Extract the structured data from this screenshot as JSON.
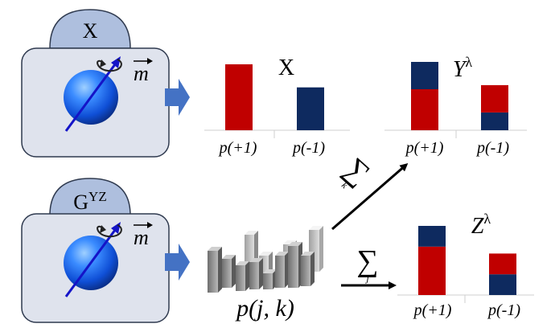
{
  "colors": {
    "device_fill": "#dfe3ed",
    "device_stroke": "#2f3a4f",
    "cap_fill": "#aebfde",
    "arrow_fill": "#4472c4",
    "red": "#c00000",
    "navy": "#0e2a5f",
    "sphere": "#1a63e6",
    "axis_line": "#cfcfcf"
  },
  "devices": [
    {
      "label": "X",
      "moment": "m"
    },
    {
      "label": "G",
      "label_sup": "YZ",
      "moment": "m"
    }
  ],
  "joint_distribution": {
    "label": "p(j, k)"
  },
  "marginal_sums": {
    "over_k": {
      "symbol": "∑",
      "index": "k"
    },
    "over_j": {
      "symbol": "∑",
      "index": "j"
    }
  },
  "chart_data": [
    {
      "type": "bar",
      "title": "X",
      "categories": [
        "p(+1)",
        "p(-1)"
      ],
      "series": [
        {
          "values": [
            1.0,
            0.0
          ],
          "color": "#c00000"
        },
        {
          "values": [
            0.0,
            0.65
          ],
          "color": "#0e2a5f"
        }
      ],
      "stacked": true,
      "grid": false
    },
    {
      "type": "bar",
      "title": "Y",
      "title_sup": "λ",
      "categories": [
        "p(+1)",
        "p(-1)"
      ],
      "series": [
        {
          "values": [
            0.6,
            0.4
          ],
          "color": "#c00000"
        },
        {
          "values": [
            0.4,
            0.26
          ],
          "color": "#0e2a5f"
        }
      ],
      "stacked": true,
      "stack_order": [
        [
          0,
          1
        ],
        [
          1,
          0
        ]
      ],
      "grid": false
    },
    {
      "type": "bar",
      "title": "Z",
      "title_sup": "λ",
      "categories": [
        "p(+1)",
        "p(-1)"
      ],
      "series": [
        {
          "values": [
            0.7,
            0.3
          ],
          "color": "#c00000"
        },
        {
          "values": [
            0.3,
            0.3
          ],
          "color": "#0e2a5f"
        }
      ],
      "stacked": true,
      "stack_order": [
        [
          0,
          1
        ],
        [
          1,
          0
        ]
      ],
      "grid": false
    }
  ]
}
